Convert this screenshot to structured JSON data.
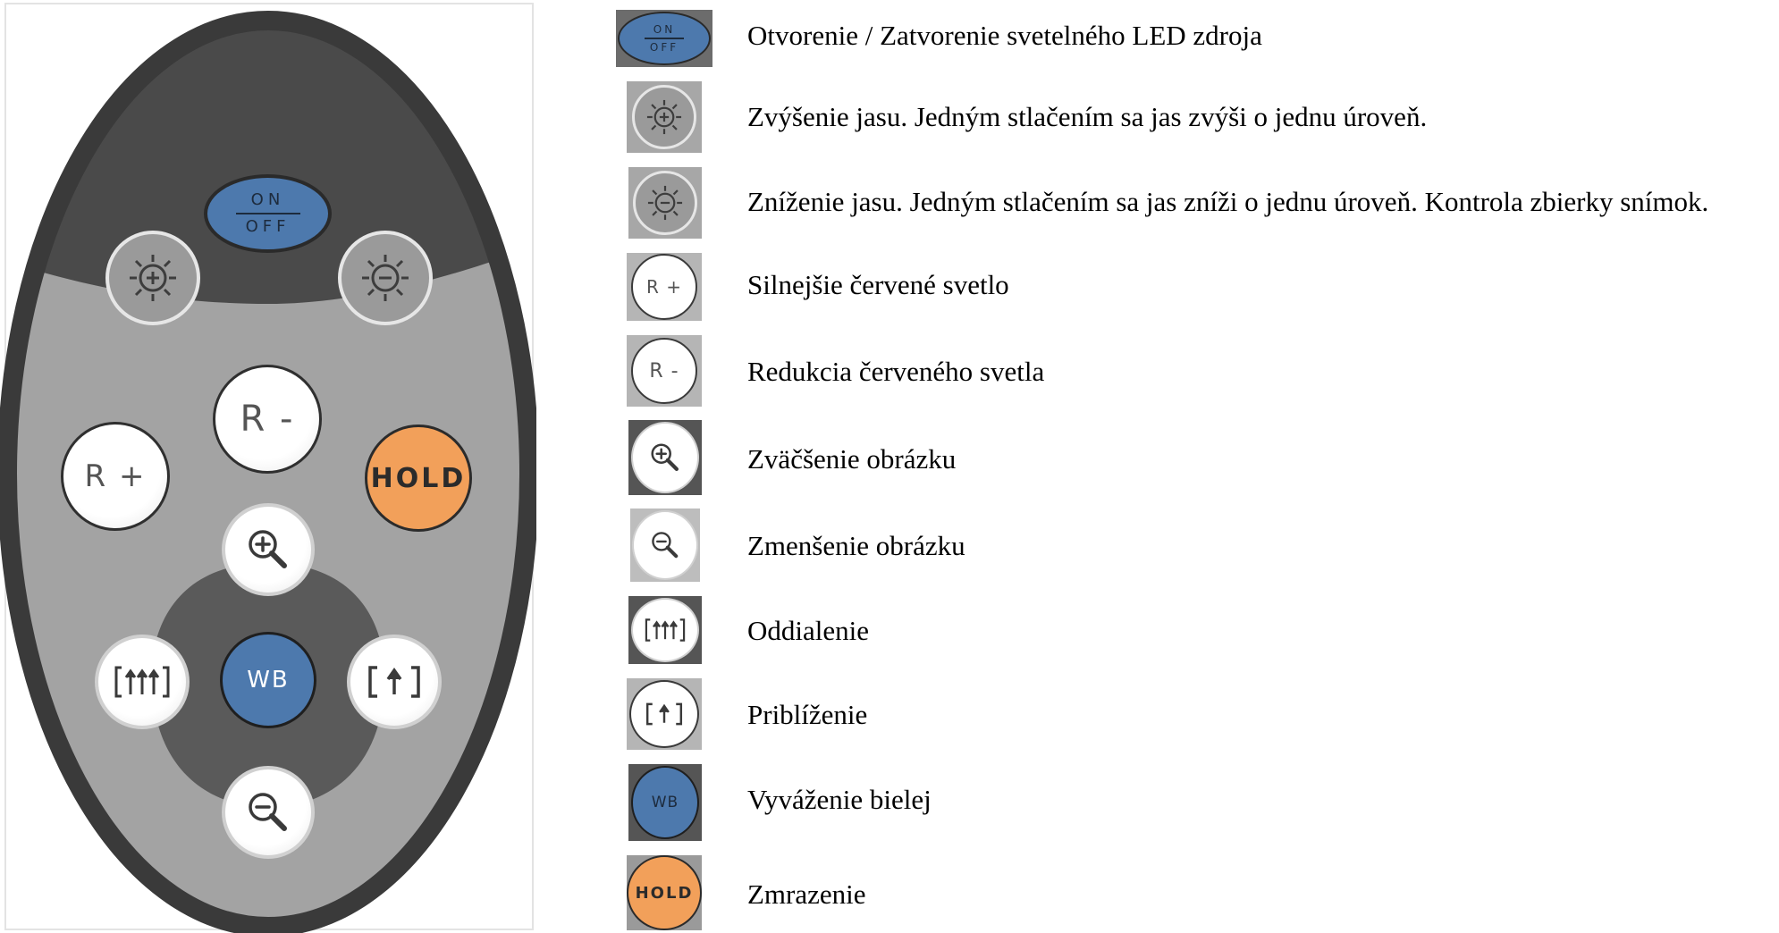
{
  "remote": {
    "buttons": {
      "onoff": {
        "on": "ON",
        "off": "OFF"
      },
      "r_plus": "R +",
      "r_minus": "R -",
      "hold": "HOLD",
      "wb": "WB"
    },
    "colors": {
      "body_dark": "#4a4a4a",
      "body_light": "#a3a3a3",
      "inner_dark": "#5a5a5a",
      "onoff_blue": "#4d79ad",
      "wb_blue": "#4d79ad",
      "hold_orange": "#f2a05a"
    }
  },
  "legend": [
    {
      "icon": "on-off-icon",
      "text": "Otvorenie / Zatvorenie svetelného LED zdroja"
    },
    {
      "icon": "brightness-up-icon",
      "text": "Zvýšenie jasu. Jedným stlačením sa jas zvýši o jednu úroveň."
    },
    {
      "icon": "brightness-down-icon",
      "text": "Zníženie jasu. Jedným stlačením sa jas zníži o jednu úroveň. Kontrola zbierky snímok."
    },
    {
      "icon": "red-plus-icon",
      "text": "Silnejšie červené svetlo"
    },
    {
      "icon": "red-minus-icon",
      "text": "Redukcia červeného svetla"
    },
    {
      "icon": "zoom-in-icon",
      "text": "Zväčšenie obrázku"
    },
    {
      "icon": "zoom-out-icon",
      "text": "Zmenšenie obrázku"
    },
    {
      "icon": "zoom-wide-icon",
      "text": "Oddialenie"
    },
    {
      "icon": "zoom-close-icon",
      "text": "Priblíženie"
    },
    {
      "icon": "white-balance-icon",
      "text": "Vyváženie bielej"
    },
    {
      "icon": "hold-icon",
      "text": "Zmrazenie"
    }
  ]
}
